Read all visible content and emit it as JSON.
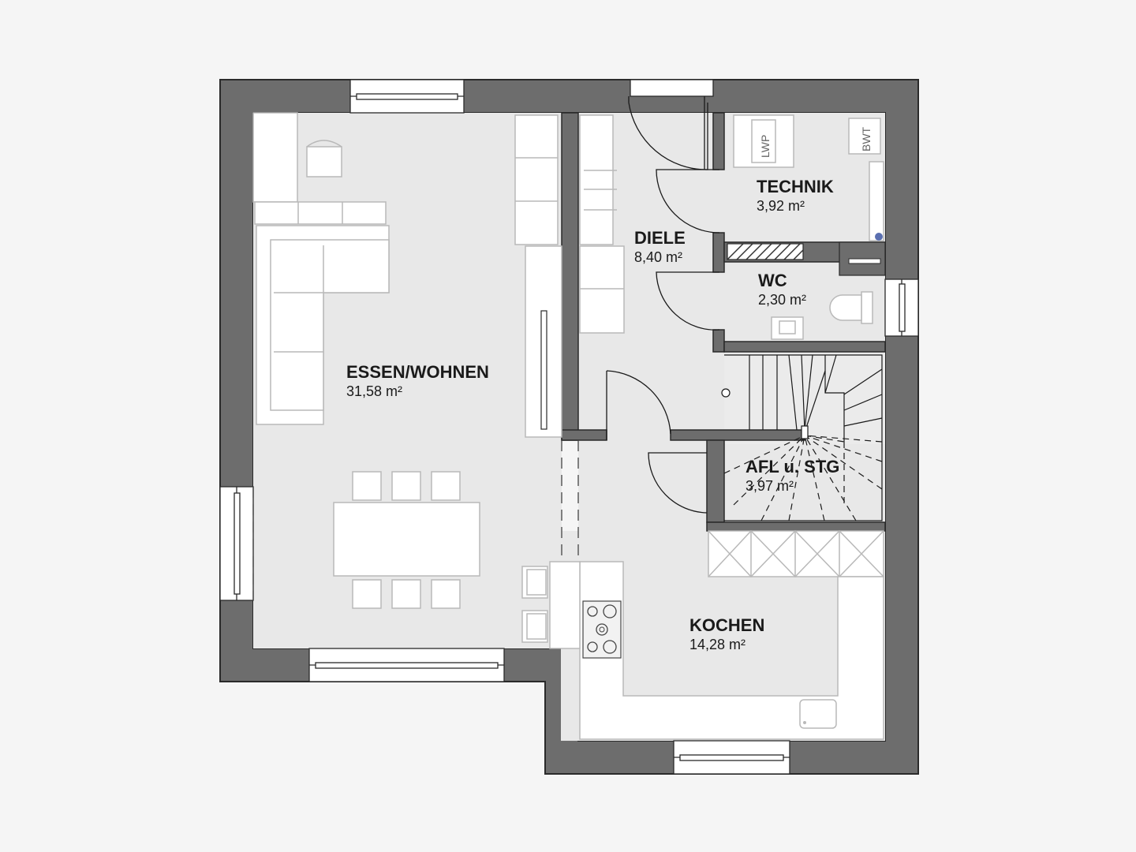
{
  "rooms": [
    {
      "id": "essen-wohnen",
      "name": "ESSEN/WOHNEN",
      "area": "31,58 m²"
    },
    {
      "id": "diele",
      "name": "DIELE",
      "area": "8,40 m²"
    },
    {
      "id": "technik",
      "name": "TECHNIK",
      "area": "3,92 m²"
    },
    {
      "id": "wc",
      "name": "WC",
      "area": "2,30 m²"
    },
    {
      "id": "afl-stg",
      "name": "AFL u. STG",
      "area": "3,97 m²"
    },
    {
      "id": "kochen",
      "name": "KOCHEN",
      "area": "14,28 m²"
    }
  ],
  "equipment": {
    "heat_pump": "LWP",
    "water_treatment": "BWT"
  },
  "colors": {
    "background": "#f5f5f5",
    "wall": "#6d6d6d",
    "wall_outline": "#2a2a2a",
    "floor": "#e8e8e8",
    "furniture": "#ffffff",
    "furniture_stroke": "#b9b9b9"
  }
}
